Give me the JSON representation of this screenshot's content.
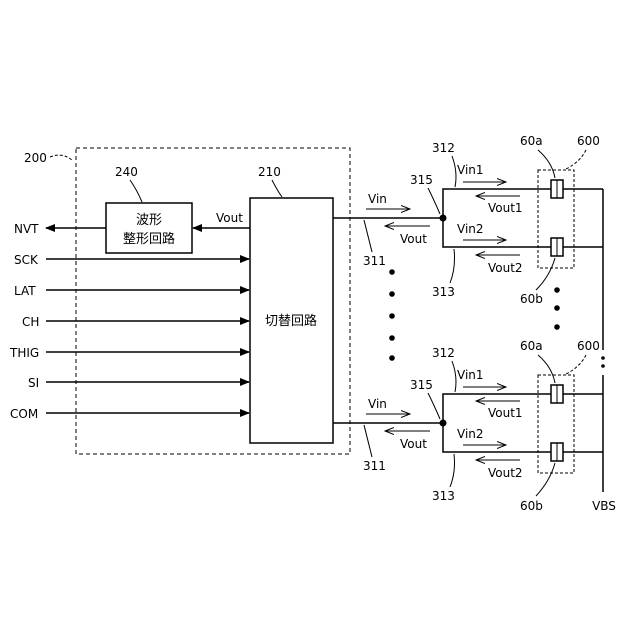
{
  "figure": {
    "ref_200": "200",
    "ref_240": "240",
    "ref_210": "210",
    "waveform_block": {
      "line1": "波形",
      "line2": "整形回路"
    },
    "switch_block": {
      "label": "切替回路"
    },
    "vout_internal": "Vout",
    "output_signal": "NVT",
    "inputs": [
      "SCK",
      "LAT",
      "CH",
      "THIG",
      "SI",
      "COM"
    ],
    "channels": [
      {
        "vin": "Vin",
        "vout": "Vout",
        "ref_311": "311",
        "ref_312": "312",
        "ref_313": "313",
        "ref_315": "315",
        "vin1": "Vin1",
        "vout1": "Vout1",
        "vin2": "Vin2",
        "vout2": "Vout2",
        "ref_60a": "60a",
        "ref_60b": "60b",
        "ref_600": "600"
      },
      {
        "vin": "Vin",
        "vout": "Vout",
        "ref_311": "311",
        "ref_312": "312",
        "ref_313": "313",
        "ref_315": "315",
        "vin1": "Vin1",
        "vout1": "Vout1",
        "vin2": "Vin2",
        "vout2": "Vout2",
        "ref_60a": "60a",
        "ref_60b": "60b",
        "ref_600": "600"
      }
    ],
    "vbs": "VBS"
  }
}
